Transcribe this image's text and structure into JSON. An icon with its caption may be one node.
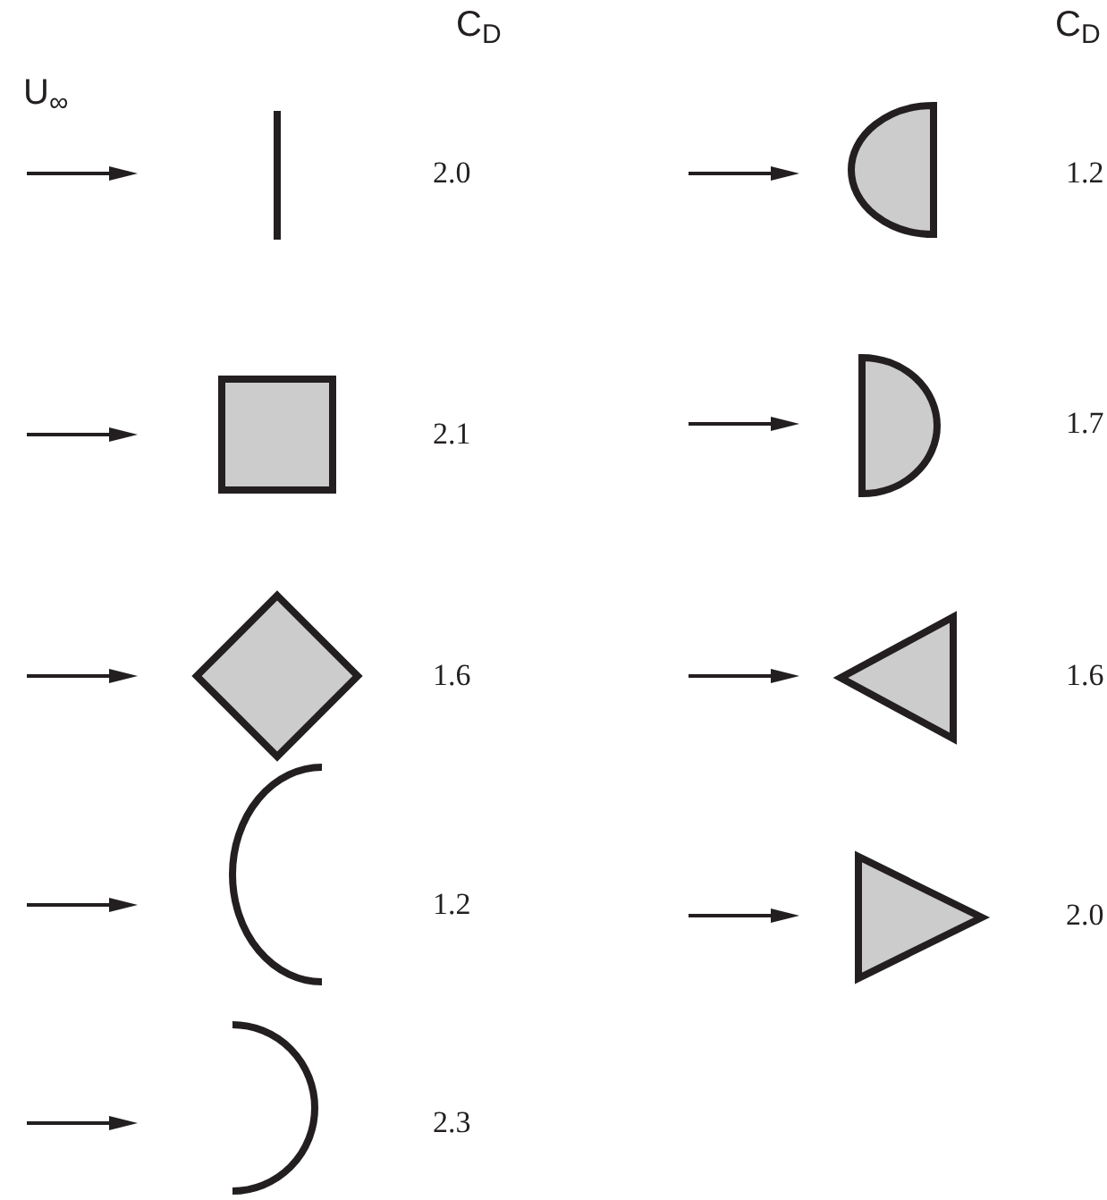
{
  "diagram": {
    "nodes": [
      {
        "text": [],
        "shape": "bar"
      },
      {
        "text": [],
        "shape": "semicircle"
      },
      {
        "text": [],
        "shape": "box"
      },
      {
        "text": [],
        "shape": "semicircle"
      },
      {
        "text": [],
        "shape": "diamond"
      },
      {
        "text": [],
        "shape": "triangle"
      },
      {
        "text": [],
        "shape": "arc"
      },
      {
        "text": [],
        "shape": "triangle"
      },
      {
        "text": [],
        "shape": "arc"
      }
    ],
    "edges": [],
    "labels": [
      "C$_{D}$",
      "C$_{D}$",
      "U$_{∞}$",
      "2.0",
      "1.2",
      "2.1",
      "1.7",
      "1.6",
      "1.6",
      "1.2",
      "2.0",
      "2.3"
    ]
  }
}
